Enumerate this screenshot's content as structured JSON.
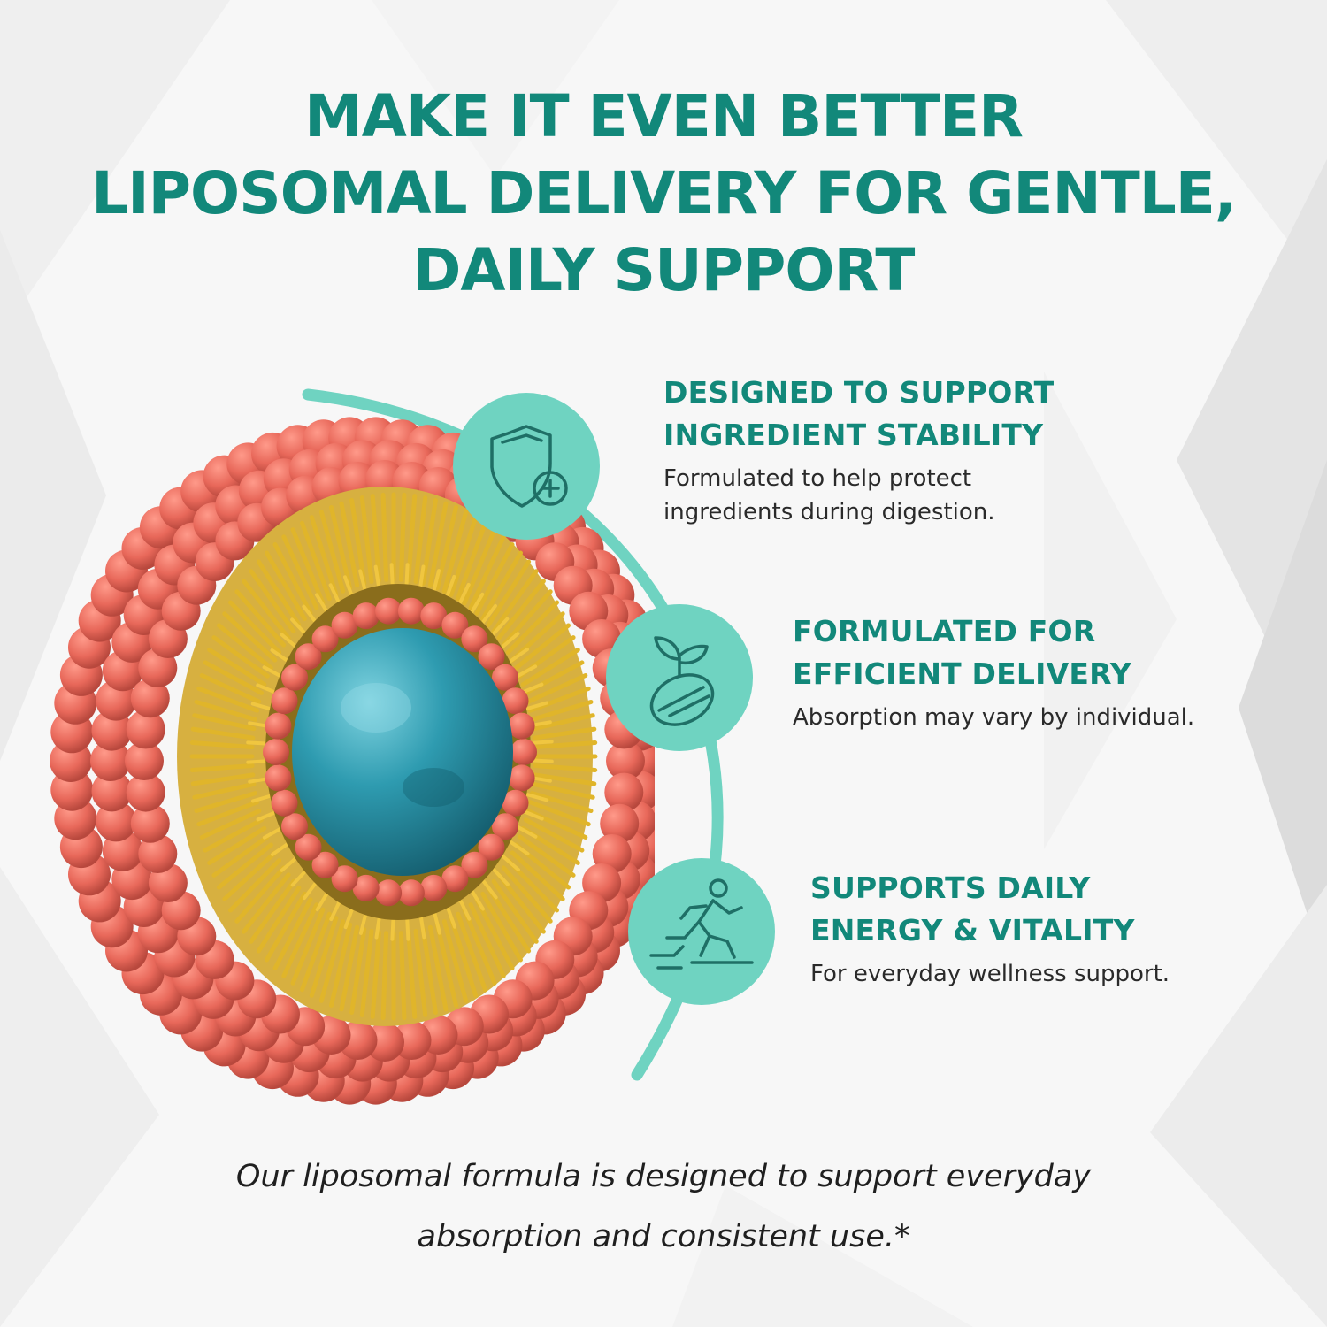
{
  "colors": {
    "heading": "#12887a",
    "accent": "#6fd3c1",
    "icon_line": "#1f6f66",
    "lipid_head": "#e8685a",
    "lipid_tail": "#e0b52a",
    "core": "#2e9bb0",
    "text": "#2a2a2a"
  },
  "headline": {
    "line1": "MAKE IT EVEN BETTER",
    "line2": "LIPOSOMAL DELIVERY FOR GENTLE,",
    "line3": "DAILY SUPPORT"
  },
  "features": [
    {
      "icon": "shield-plus-icon",
      "title_line1": "DESIGNED TO SUPPORT",
      "title_line2": "INGREDIENT STABILITY",
      "desc_line1": "Formulated to help protect",
      "desc_line2": "ingredients during digestion."
    },
    {
      "icon": "leaf-capsule-icon",
      "title_line1": "FORMULATED FOR",
      "title_line2": "EFFICIENT DELIVERY",
      "desc_line1": "Absorption may vary by individual.",
      "desc_line2": ""
    },
    {
      "icon": "runner-icon",
      "title_line1": "SUPPORTS DAILY",
      "title_line2": "ENERGY & VITALITY",
      "desc_line1": "For everyday wellness support.",
      "desc_line2": ""
    }
  ],
  "footer": {
    "line1": "Our liposomal formula is designed to support everyday",
    "line2": "absorption and consistent use.*"
  }
}
